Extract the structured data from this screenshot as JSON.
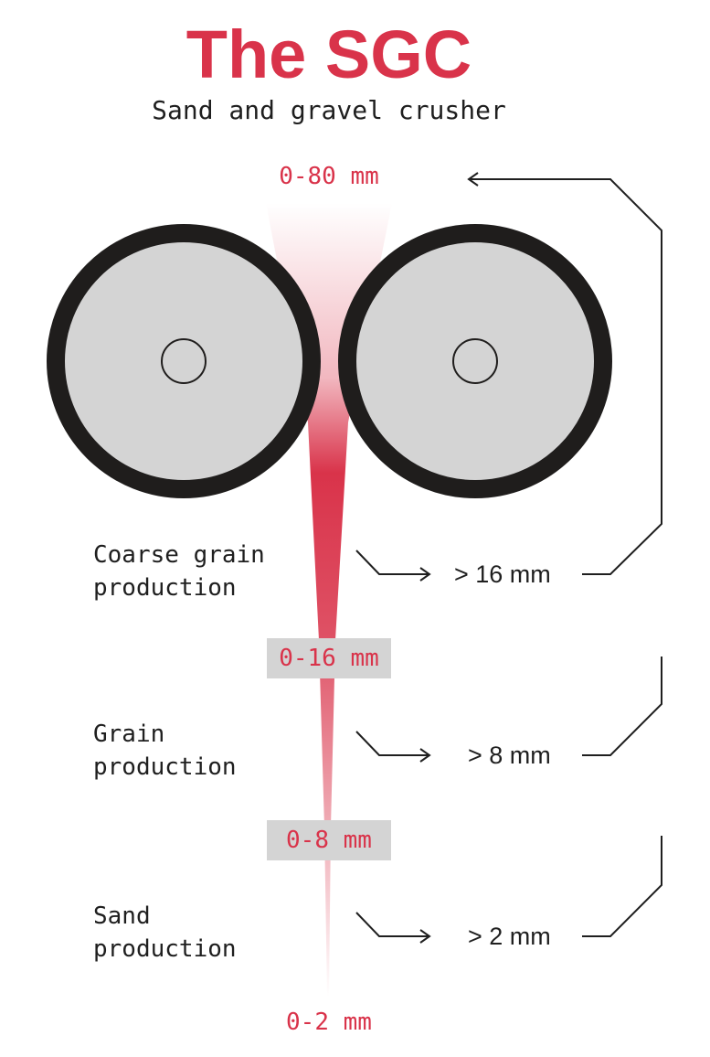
{
  "title": "The SGC",
  "subtitle": "Sand and gravel crusher",
  "colors": {
    "accent": "#d9334a",
    "roller_tire": "#1f1d1c",
    "roller_face": "#d4d4d4",
    "range_box": "#d4d4d4",
    "line": "#1f1f1f"
  },
  "input_range": "0-80 mm",
  "stages": [
    {
      "label_line1": "Coarse grain",
      "label_line2": "production",
      "output": "> 16 mm",
      "range_after": "0-16 mm"
    },
    {
      "label_line1": "Grain",
      "label_line2": "production",
      "output": "> 8 mm",
      "range_after": "0-8 mm"
    },
    {
      "label_line1": "Sand",
      "label_line2": "production",
      "output": "> 2 mm",
      "range_after": "0-2 mm"
    }
  ],
  "icons": {
    "rollers": "roller-icon",
    "recirculation_arrow": "return-arrow-icon",
    "stage_arrow": "bent-arrow-icon"
  }
}
